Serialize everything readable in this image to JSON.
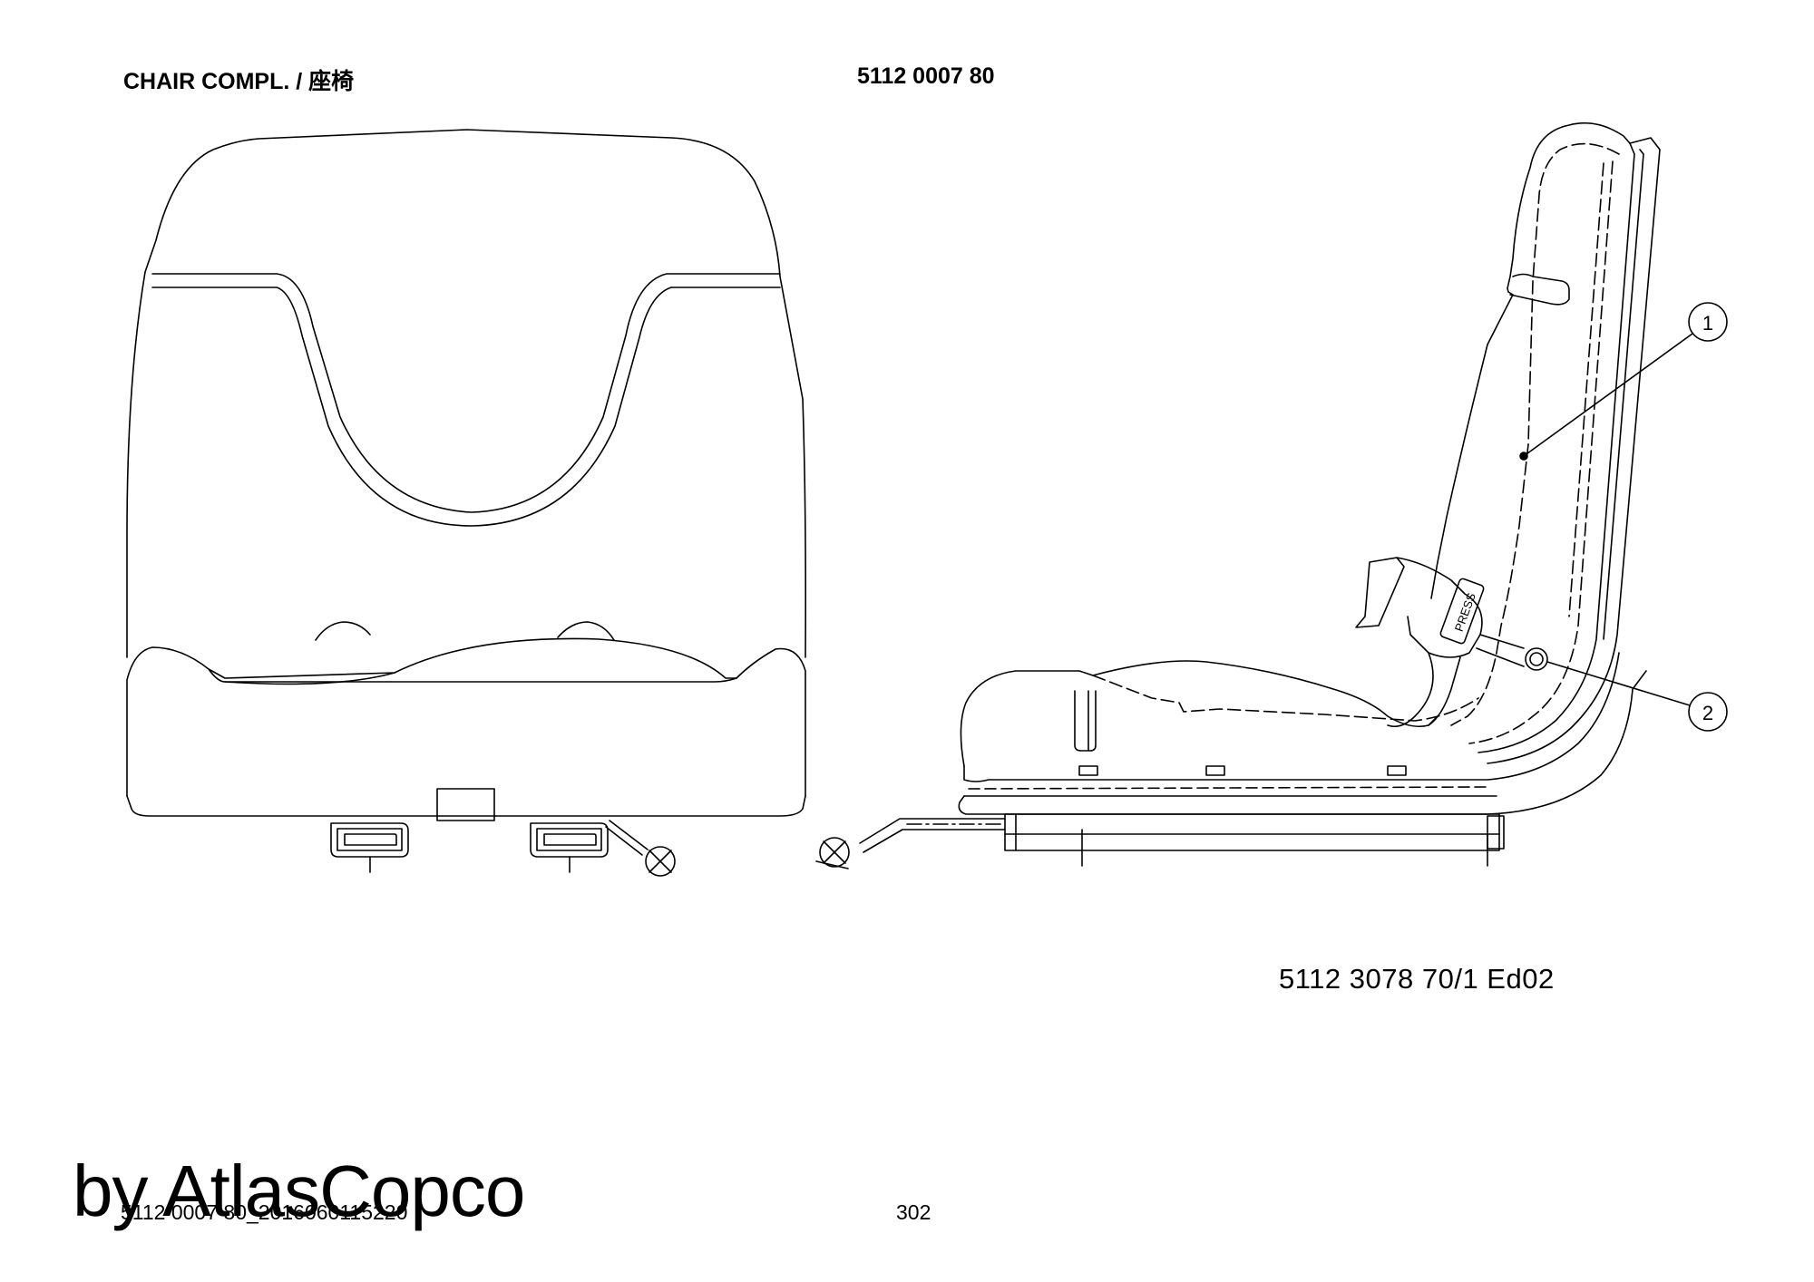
{
  "header": {
    "title": "CHAIR COMPL. / 座椅",
    "part_number": "5112 0007 80"
  },
  "drawing": {
    "reference": "5112 3078 70/1  Ed02",
    "callouts": [
      "1",
      "2"
    ]
  },
  "footer": {
    "file_name": "5112 0007 80_2016060115220",
    "page_number": "302"
  },
  "watermark": "by AtlasCopco",
  "seatbelt_label": "PRESS"
}
